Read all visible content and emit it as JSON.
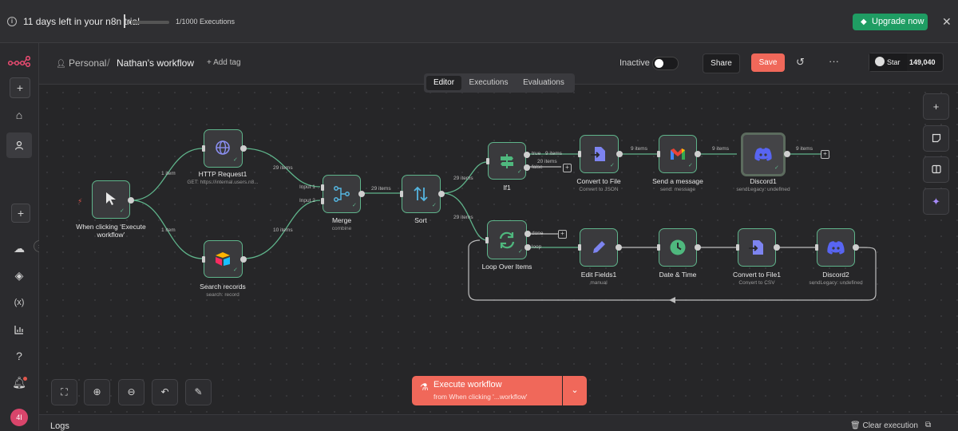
{
  "banner": {
    "trial_text": "11 days left in your n8n trial",
    "executions_used": 1,
    "executions_limit": 1000,
    "executions_text": "1/1000 Executions",
    "upgrade_label": "Upgrade now",
    "upgrade_color": "#1f9d63"
  },
  "header": {
    "project": "Personal",
    "workflow_name": "Nathan's workflow",
    "add_tag": "+ Add tag",
    "status_label": "Inactive",
    "active": false,
    "share_label": "Share",
    "save_label": "Save",
    "save_color": "#f0685a",
    "github_star_label": "Star",
    "github_star_count": "149,040"
  },
  "tabs": [
    {
      "label": "Editor",
      "active": true
    },
    {
      "label": "Executions",
      "active": false
    },
    {
      "label": "Evaluations",
      "active": false
    }
  ],
  "nodes": {
    "trigger": {
      "title": "When clicking ‘Execute workflow’",
      "icon": "cursor-icon"
    },
    "http": {
      "title": "HTTP Request1",
      "sub": "GET: https://internal.users.n8...",
      "icon": "globe-icon"
    },
    "search": {
      "title": "Search records",
      "sub": "search: record",
      "icon": "airtable-icon"
    },
    "merge": {
      "title": "Merge",
      "sub": "combine",
      "icon": "merge-icon"
    },
    "sort": {
      "title": "Sort",
      "icon": "sort-icon"
    },
    "if1": {
      "title": "If1",
      "icon": "signpost-icon"
    },
    "convert": {
      "title": "Convert to File",
      "sub": "Convert to JSON",
      "icon": "file-arrow-icon"
    },
    "gmail": {
      "title": "Send a message",
      "sub": "send: message",
      "icon": "gmail-icon"
    },
    "discord1": {
      "title": "Discord1",
      "sub": "sendLegacy: undefined",
      "icon": "discord-icon"
    },
    "loop": {
      "title": "Loop Over Items",
      "icon": "loop-icon"
    },
    "edit": {
      "title": "Edit Fields1",
      "sub": "manual",
      "icon": "pencil-icon"
    },
    "datetime": {
      "title": "Date & Time",
      "icon": "clock-icon"
    },
    "convert1": {
      "title": "Convert to File1",
      "sub": "Convert to CSV",
      "icon": "file-arrow-icon"
    },
    "discord2": {
      "title": "Discord2",
      "sub": "sendLegacy: undefined",
      "icon": "discord-icon"
    }
  },
  "edges": {
    "trigger_http": "1 item",
    "trigger_search": "1 item",
    "http_merge": "29 items",
    "search_merge": "10 items",
    "merge_input1": "Input 1",
    "merge_input2": "Input 2",
    "merge_sort": "29 items",
    "sort_if": "29 items",
    "sort_loop": "29 items",
    "if_true": "true",
    "if_true_count": "9 items",
    "if_false": "false",
    "if_false_count": "20 items",
    "convert_gmail": "9 items",
    "gmail_discord": "9 items",
    "discord_out": "9 items",
    "loop_done": "done",
    "loop_loop": "loop"
  },
  "execute": {
    "label": "Execute workflow",
    "from": "from When clicking '...workflow'"
  },
  "logs": {
    "title": "Logs",
    "clear_label": "Clear execution"
  }
}
